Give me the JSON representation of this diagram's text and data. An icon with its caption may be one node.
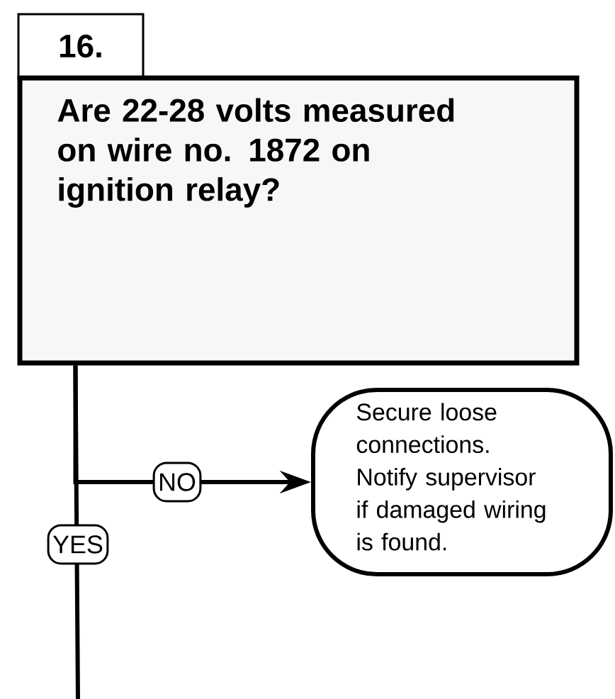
{
  "diagram": {
    "nodes": [
      {
        "text": [
          "16."
        ]
      },
      {
        "text": [
          "Are 22-28 volts measured on wire no. 1872 on ignition relay?"
        ]
      },
      {
        "text": [
          "Secure loose connections. Notify supervisor if damaged wiring is found."
        ]
      }
    ],
    "edges": [
      {
        "from": 1,
        "to": 2,
        "arrow": "to",
        "label": "NO"
      },
      {
        "from": 1,
        "to": null,
        "arrow": "none",
        "label": "YES"
      }
    ]
  }
}
